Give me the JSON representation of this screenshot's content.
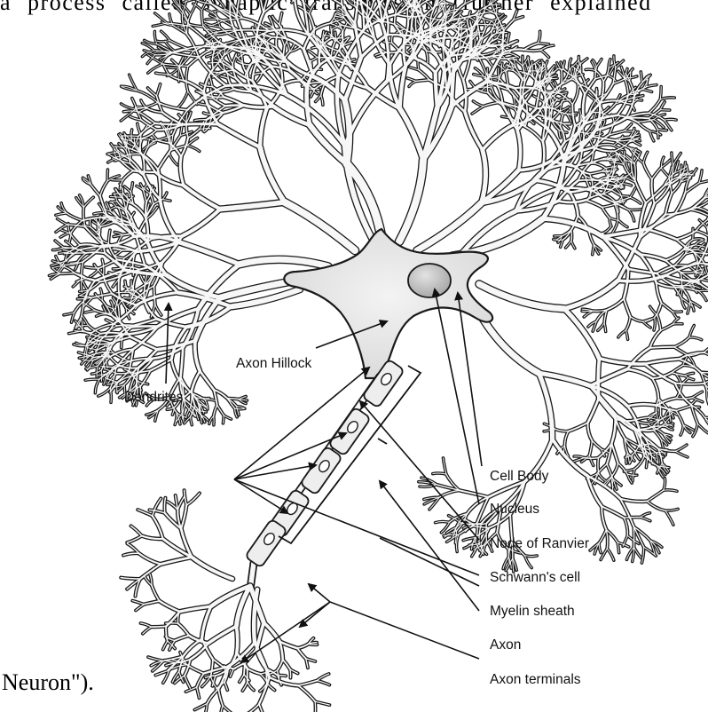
{
  "page_text": {
    "top_line": "a process called synaptic transmission (further explained",
    "bottom_line": "Neuron\")."
  },
  "labels": {
    "dendrites": "Dendrites",
    "axon_hillock": "Axon Hillock",
    "cell_body": "Cell Body",
    "nucleus": "Nucleus",
    "node_of_ranvier": "Node of Ranvier",
    "schwann_cell": "Schwann's cell",
    "myelin_sheath": "Myelin sheath",
    "axon": "Axon",
    "axon_terminals": "Axon terminals"
  },
  "colors": {
    "outline": "#1a1a1a",
    "cell_fill": "#e6e6e6",
    "nucleus_fill": "#c8c8c8",
    "background": "#ffffff"
  }
}
